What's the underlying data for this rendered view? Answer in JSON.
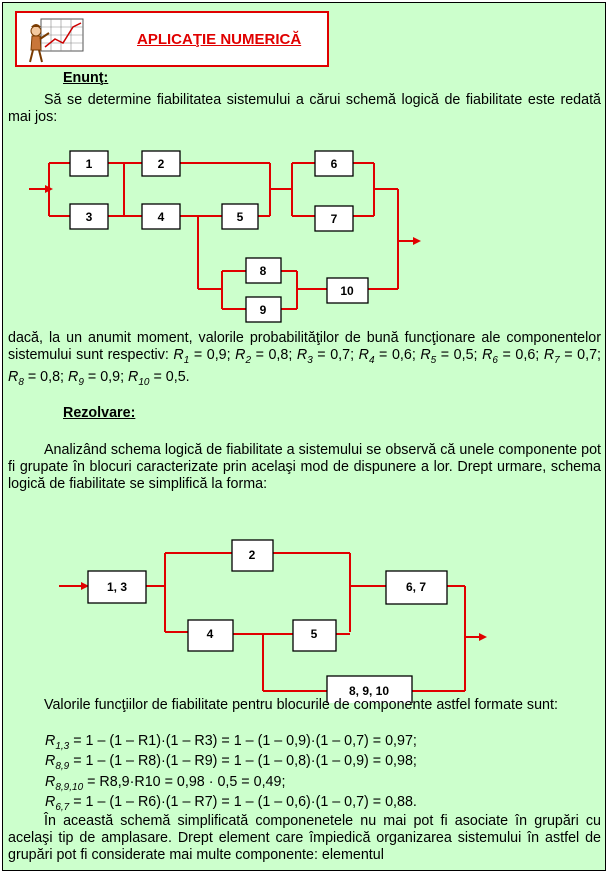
{
  "header": {
    "title": "APLICAŢIE NUMERICĂ",
    "logo_icon": "professor-at-chart-icon"
  },
  "enunt": {
    "heading": "Enunţ",
    "heading_suffix": ":",
    "text": "Să se determine fiabilitatea sistemului a cărui schemă logică de fiabilitate este redată mai jos:"
  },
  "diagram1": {
    "blocks": [
      "1",
      "2",
      "3",
      "4",
      "5",
      "6",
      "7",
      "8",
      "9",
      "10"
    ]
  },
  "conditie": {
    "text_before": "dacă, la un anumit moment, valorile probabilităţilor de bună funcţionare ale componentelor sistemului sunt respectiv: ",
    "values": [
      {
        "sym": "R",
        "sub": "1",
        "val": " = 0,9; "
      },
      {
        "sym": "R",
        "sub": "2",
        "val": " = 0,8; "
      },
      {
        "sym": "R",
        "sub": "3",
        "val": " = 0,7; "
      },
      {
        "sym": "R",
        "sub": "4",
        "val": " = 0,6; "
      },
      {
        "sym": "R",
        "sub": "5",
        "val": " = 0,5; "
      },
      {
        "sym": "R",
        "sub": "6",
        "val": " = 0,6; "
      },
      {
        "sym": "R",
        "sub": "7",
        "val": " = 0,7; "
      },
      {
        "sym": "R",
        "sub": "8",
        "val": " = 0,8; "
      },
      {
        "sym": "R",
        "sub": "9",
        "val": " = 0,9; "
      },
      {
        "sym": "R",
        "sub": "10",
        "val": " = 0,5."
      }
    ]
  },
  "rezolvare": {
    "heading": "Rezolvare",
    "heading_suffix": ":",
    "para1": "Analizând schema logică de fiabilitate a sistemului se observă că unele componente pot fi grupate în blocuri caracterizate prin acelaşi mod de dispunere a lor. Drept urmare, schema logică de fiabilitate se simplifică la forma:"
  },
  "diagram2": {
    "blocks": [
      "1, 3",
      "2",
      "4",
      "5",
      "6, 7",
      "8, 9, 10"
    ]
  },
  "valori": {
    "intro": "Valorile funcţiilor de fiabilitate pentru blocurile de componente astfel formate sunt:",
    "f1_lhs": "1,3",
    "f1_rhs": " = 1 – (1 – R1)·(1 – R3) = 1 – (1 – 0,9)·(1 – 0,7) = 0,97;",
    "f2_lhs": "8,9",
    "f2_rhs": " = 1 – (1 – R8)·(1 – R9) = 1 – (1 – 0,8)·(1 – 0,9) = 0,98;",
    "f3_lhs": "8,9,10",
    "f3_rhs": " = R8,9·R10  = 0,98 · 0,5 = 0,49;",
    "f4_lhs": "6,7",
    "f4_rhs": " = 1 – (1 – R6)·(1 – R7) = 1 – (1 – 0,6)·(1 – 0,7) = 0,88.",
    "closing": "În această schemă simplificată componenetele nu mai pot fi asociate în grupări cu acelaşi tip de amplasare. Drept element care împiedică organizarea sistemului în astfel de grupări pot fi considerate mai multe componente: elementul"
  }
}
